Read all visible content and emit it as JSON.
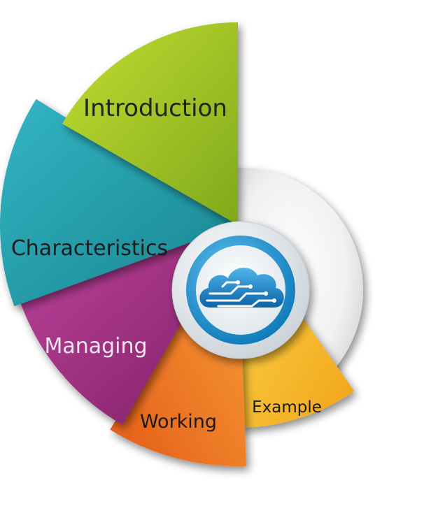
{
  "diagram": {
    "segments": [
      {
        "id": "introduction",
        "label": "Introduction",
        "color_light": "#c3dd32",
        "color_dark": "#7fa91c",
        "text_color": "#222222"
      },
      {
        "id": "characteristics",
        "label": "Characteristics",
        "color_light": "#33b5c4",
        "color_dark": "#18848f",
        "text_color": "#1b1b1b"
      },
      {
        "id": "managing",
        "label": "Managing",
        "color_light": "#c0449e",
        "color_dark": "#7d1f63",
        "text_color": "#f4e6f0"
      },
      {
        "id": "working",
        "label": "Working",
        "color_light": "#f9a23a",
        "color_dark": "#e35b17",
        "text_color": "#1b1b1b"
      },
      {
        "id": "example",
        "label": "Example",
        "color_light": "#fbd64c",
        "color_dark": "#f1a319",
        "text_color": "#1b1b1b"
      }
    ],
    "ring_color": "#e9e9e9",
    "center_icon": "cloud-circuit-icon"
  }
}
